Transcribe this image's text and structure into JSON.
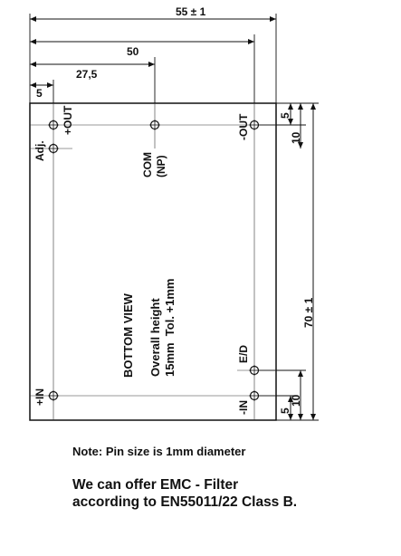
{
  "dimensions": {
    "width_total": "55 ± 1",
    "width_50": "50",
    "width_27_5": "27,5",
    "width_5": "5",
    "height_total": "70 ± 1",
    "right_top_5": "5",
    "right_top_10": "10",
    "right_bottom_5": "5",
    "right_bottom_10": "10"
  },
  "pins": {
    "plus_out": "+OUT",
    "adj": "Adj.",
    "com": "COM",
    "np": "(NP)",
    "minus_out": "-OUT",
    "e_d": "E/D",
    "plus_in": "+IN",
    "minus_in": "-IN"
  },
  "labels": {
    "bottom_view": "BOTTOM VIEW",
    "overall_height": "Overall height",
    "height_value": "15mm  Tol. +1mm"
  },
  "notes": {
    "pin_size": "Note: Pin size is 1mm diameter",
    "emc_line1": "We can offer EMC - Filter",
    "emc_line2": "according to EN55011/22 Class B."
  }
}
